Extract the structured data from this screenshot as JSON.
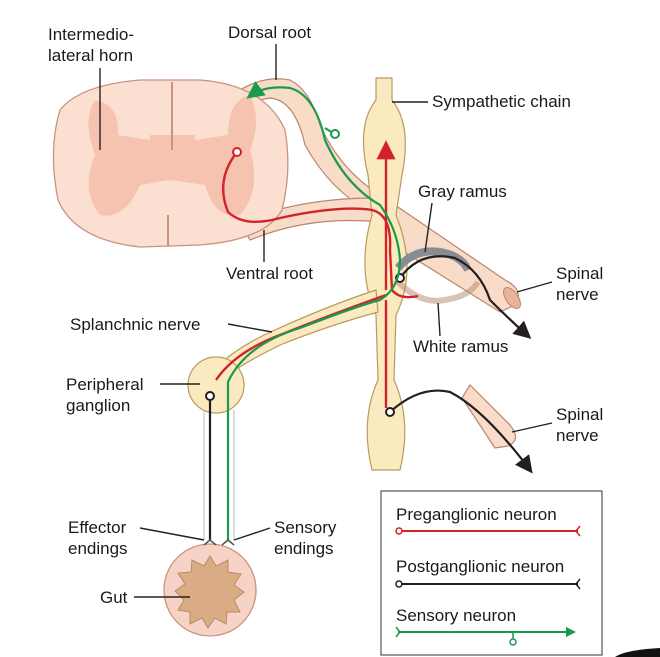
{
  "labels": {
    "intermediolateral_horn": [
      "Intermedio-",
      "lateral horn"
    ],
    "dorsal_root": "Dorsal root",
    "sympathetic_chain": "Sympathetic chain",
    "gray_ramus": "Gray ramus",
    "ventral_root": "Ventral root",
    "spinal_nerve_upper": [
      "Spinal",
      "nerve"
    ],
    "splanchnic_nerve": "Splanchnic nerve",
    "white_ramus": "White ramus",
    "peripheral_ganglion": [
      "Peripheral",
      "ganglion"
    ],
    "spinal_nerve_lower": [
      "Spinal",
      "nerve"
    ],
    "effector_endings": [
      "Effector",
      "endings"
    ],
    "sensory_endings": [
      "Sensory",
      "endings"
    ],
    "gut": "Gut"
  },
  "legend": {
    "items": [
      {
        "label": "Preganglionic neuron",
        "color": "#d2232a"
      },
      {
        "label": "Postganglionic neuron",
        "color": "#231f20"
      },
      {
        "label": "Sensory neuron",
        "color": "#1a9b4b"
      }
    ]
  },
  "colors": {
    "preganglionic": "#d2232a",
    "postganglionic": "#231f20",
    "sensory": "#1a9b4b",
    "spinal_cord_white": "#fbe0d2",
    "spinal_cord_gray": "#f5c3b0",
    "sympathetic_chain": "#fbeac0",
    "gut": "#f3c7b4"
  }
}
